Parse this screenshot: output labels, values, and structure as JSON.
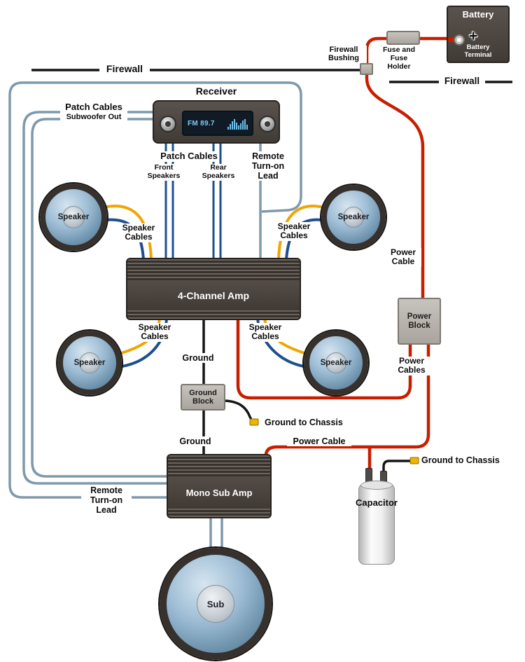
{
  "labels": {
    "firewall_left": "Firewall",
    "firewall_right": "Firewall",
    "firewall_bushing": "Firewall Bushing",
    "battery": "Battery",
    "battery_plus": "+",
    "battery_terminal": "Battery Terminal",
    "fuse_holder": "Fuse and Fuse Holder",
    "receiver": "Receiver",
    "receiver_display": "FM 89.7",
    "patch_subwoofer_line1": "Patch Cables",
    "patch_subwoofer_line2": "Subwoofer Out",
    "patch_main": "Patch Cables",
    "patch_front": "Front Speakers",
    "patch_rear": "Rear Speakers",
    "remote_top": "Remote Turn-on Lead",
    "remote_bottom": "Remote Turn-on Lead",
    "speaker_fl": "Speaker",
    "speaker_fr": "Speaker",
    "speaker_rl": "Speaker",
    "speaker_rr": "Speaker",
    "speaker_cables_fl": "Speaker Cables",
    "speaker_cables_fr": "Speaker Cables",
    "speaker_cables_rl": "Speaker Cables",
    "speaker_cables_rr": "Speaker Cables",
    "amp_4channel": "4-Channel Amp",
    "power_cable_right": "Power Cable",
    "power_block": "Power Block",
    "power_cables": "Power Cables",
    "ground_top": "Ground",
    "ground_block": "Ground Block",
    "ground_to_chassis_mid": "Ground to Chassis",
    "ground_bottom": "Ground",
    "power_cable_bottom": "Power Cable",
    "mono_sub_amp": "Mono Sub Amp",
    "capacitor": "Capacitor",
    "ground_to_chassis_right": "Ground to Chassis",
    "sub": "Sub"
  },
  "colors": {
    "power_wire": "#c81e00",
    "ground_wire": "#161616",
    "firewall_line": "#161616",
    "speaker_wire_yellow": "#f0a500",
    "speaker_wire_blue": "#1d4f8f",
    "patch_wire": "#7e99ac",
    "chassis_connector": "#f0b400"
  }
}
